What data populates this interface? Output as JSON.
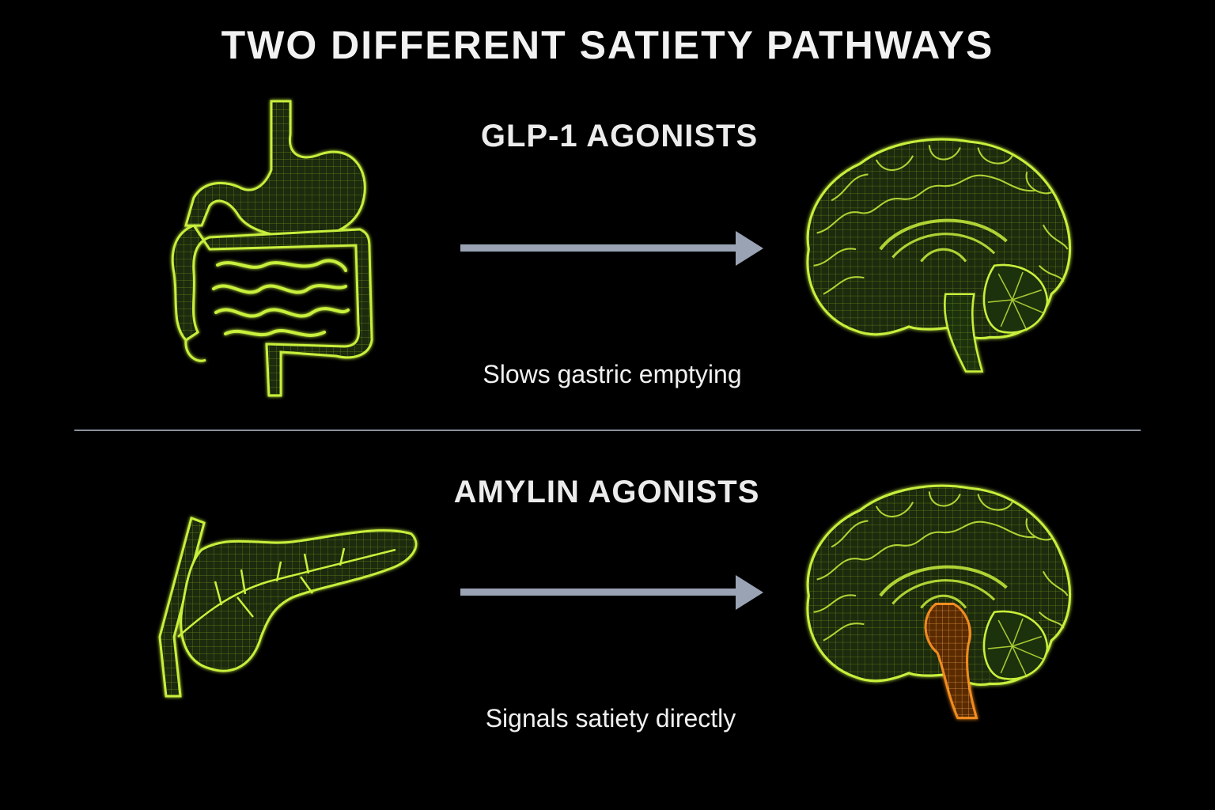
{
  "title": "TWO DIFFERENT SATIETY PATHWAYS",
  "pathways": [
    {
      "label": "GLP-1 AGONISTS",
      "caption": "Slows gastric emptying",
      "source_organ_icon": "digestive-tract-icon",
      "target_organ_icon": "brain-icon"
    },
    {
      "label": "AMYLIN AGONISTS",
      "caption": "Signals satiety directly",
      "source_organ_icon": "pancreas-icon",
      "target_organ_icon": "brain-with-highlighted-brainstem-icon"
    }
  ],
  "colors": {
    "background": "#000000",
    "organ_outline": "#c8f03c",
    "organ_fill": "#1c2a08",
    "arrow": "#9aa3b4",
    "highlight": "#f08a1c",
    "divider": "#8a8f9a"
  }
}
